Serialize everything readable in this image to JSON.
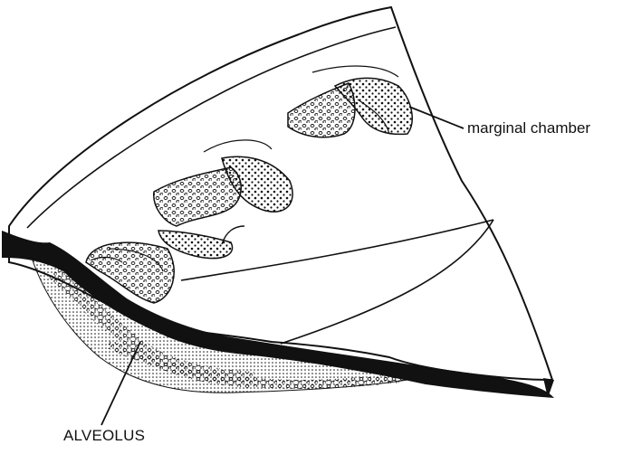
{
  "labels": {
    "marginal_chamber": "marginal chamber",
    "alveolus": "ALVEOLUS"
  },
  "icons": {
    "stipple": "dotted-texture",
    "fossil": "foraminifera-section-drawing"
  },
  "colors": {
    "ink": "#111111",
    "paper": "#ffffff"
  }
}
